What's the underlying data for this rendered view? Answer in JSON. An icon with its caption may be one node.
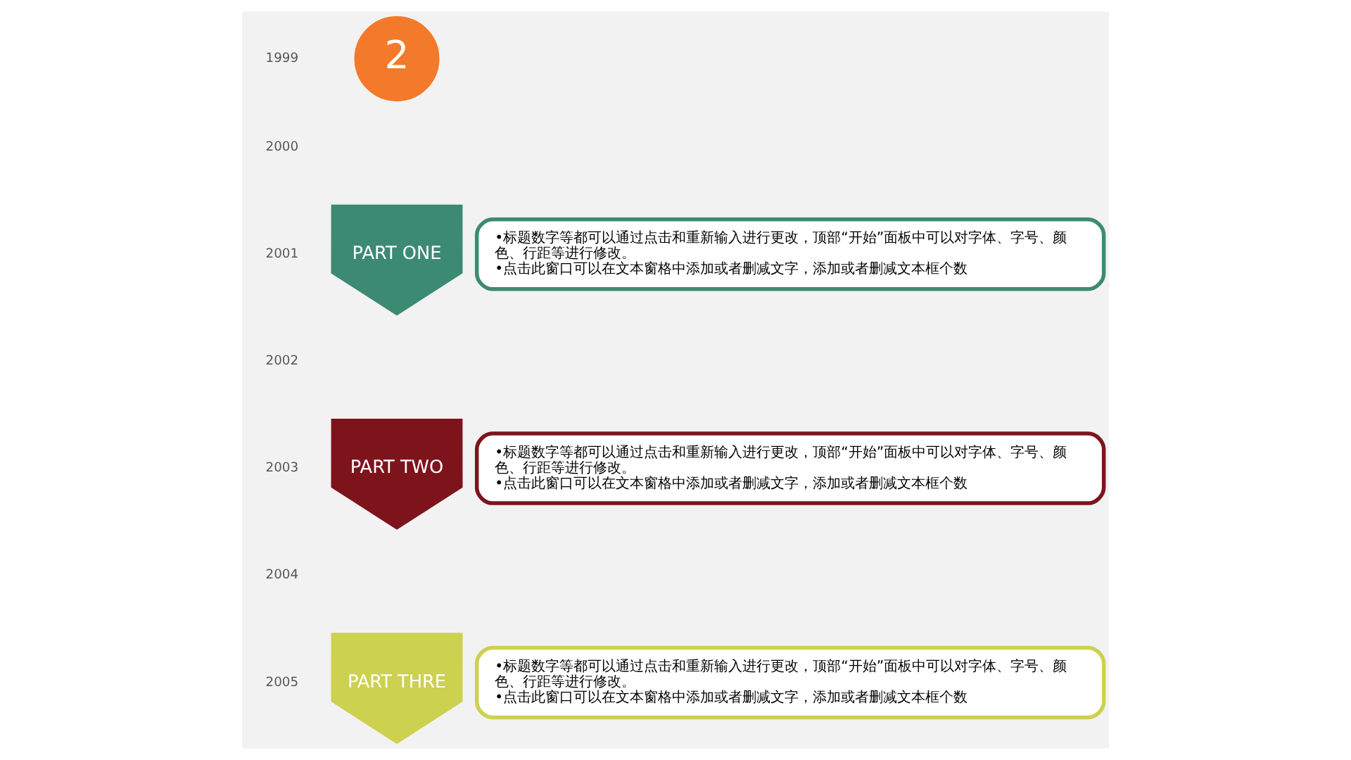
{
  "diagram": {
    "nodes": [
      {
        "text": [
          "2"
        ]
      },
      {
        "text": [
          "PART ONE"
        ]
      },
      {
        "text": [
          "•标题数字等都可以通过点击和重新输入进行更改，顶部“开始”面板中可以对字体、字号、颜色、行距等进行修改。",
          "•点击此窗口可以在文本窗格中添加或者删减文字，添加或者删减文本框个数"
        ]
      },
      {
        "text": [
          "PART TWO"
        ]
      },
      {
        "text": [
          "•标题数字等都可以通过点击和重新输入进行更改，顶部“开始”面板中可以对字体、字号、颜色、行距等进行修改。",
          "•点击此窗口可以在文本窗格中添加或者删减文字，添加或者删减文本框个数"
        ]
      },
      {
        "text": [
          "PART THRE"
        ]
      },
      {
        "text": [
          "•标题数字等都可以通过点击和重新输入进行更改，顶部“开始”面板中可以对字体、字号、颜色、行距等进行修改。",
          "•点击此窗口可以在文本窗格中添加或者删减文字，添加或者删减文本框个数"
        ]
      }
    ],
    "edges": [],
    "labels": [
      "1999",
      "2000",
      "2001",
      "2002",
      "2003",
      "2004",
      "2005"
    ]
  }
}
